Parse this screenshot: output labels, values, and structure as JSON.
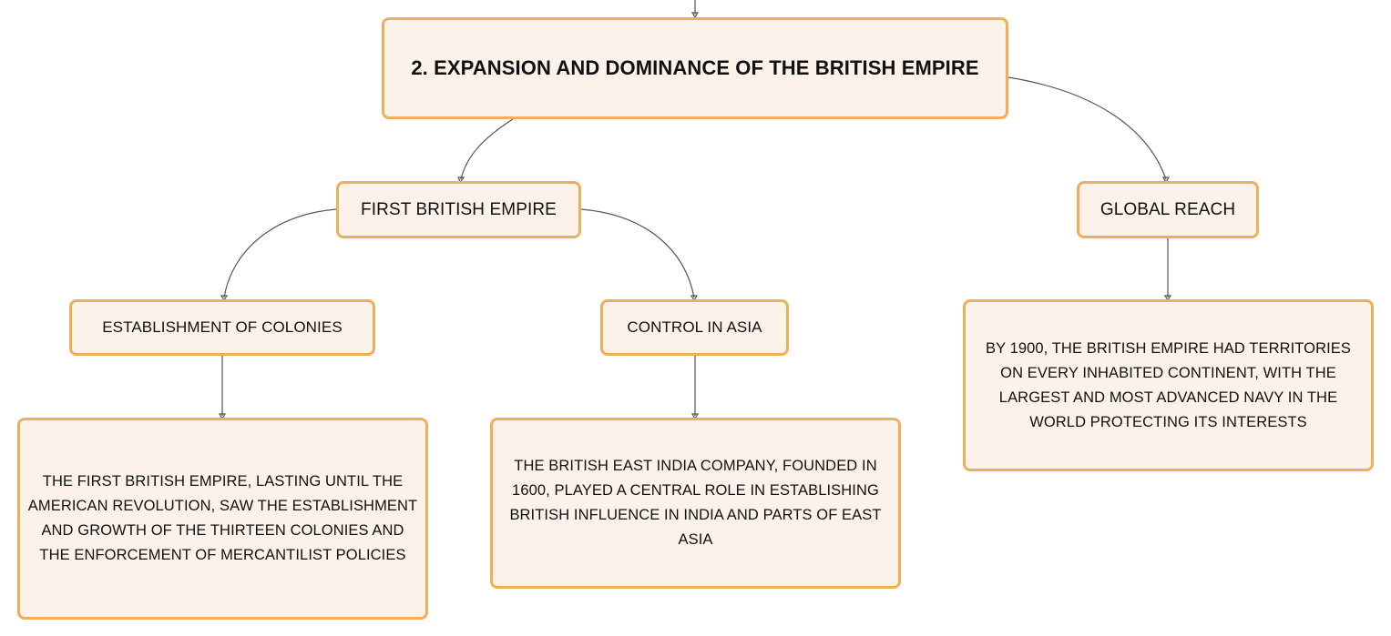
{
  "root": {
    "title": "2. EXPANSION AND DOMINANCE OF THE BRITISH EMPIRE"
  },
  "branches": {
    "first_empire": {
      "label": "FIRST BRITISH EMPIRE",
      "children": {
        "colonies": {
          "label": "ESTABLISHMENT OF COLONIES",
          "detail": "THE FIRST BRITISH EMPIRE, LASTING UNTIL THE AMERICAN REVOLUTION, SAW THE ESTABLISHMENT AND GROWTH OF THE THIRTEEN COLONIES AND THE ENFORCEMENT OF MERCANTILIST POLICIES"
        },
        "asia": {
          "label": "CONTROL IN ASIA",
          "detail": "THE BRITISH EAST INDIA COMPANY, FOUNDED IN 1600, PLAYED A CENTRAL ROLE IN ESTABLISHING BRITISH INFLUENCE IN INDIA AND PARTS OF EAST ASIA"
        }
      }
    },
    "global_reach": {
      "label": "GLOBAL REACH",
      "detail": "BY 1900, THE BRITISH EMPIRE HAD TERRITORIES ON EVERY INHABITED CONTINENT, WITH THE LARGEST AND MOST ADVANCED NAVY IN THE WORLD PROTECTING ITS INTERESTS"
    }
  },
  "colors": {
    "node_fill": "#fdf2ea",
    "node_border": "#f0ae5a",
    "connector": "#555555"
  }
}
